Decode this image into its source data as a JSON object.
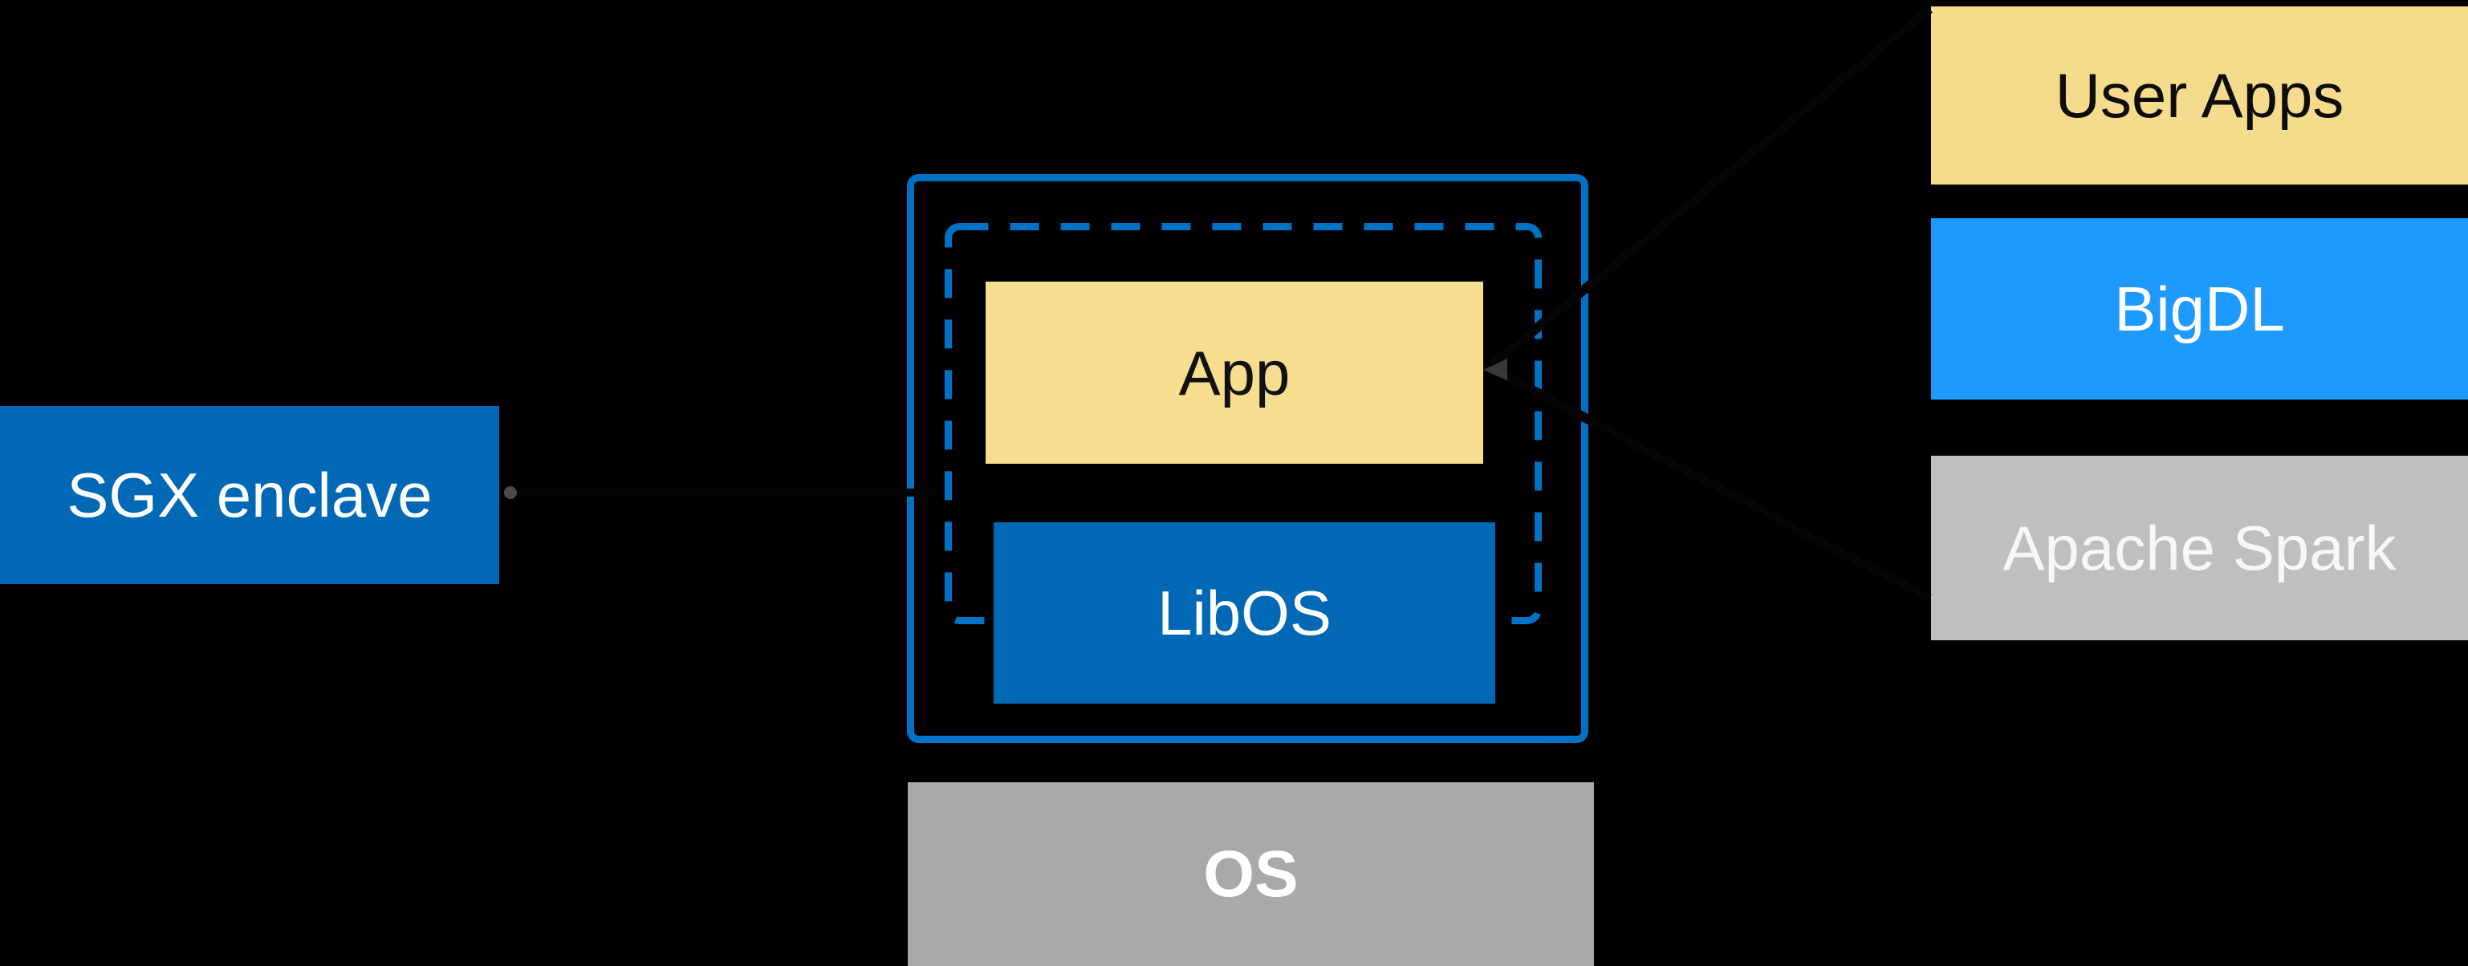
{
  "diagram": {
    "title_hint": "SGX enclave architecture with BigDL stack",
    "background_color": "#000000",
    "left_panel": {
      "sgx_label": "SGX enclave",
      "fill": "#0068B5",
      "text_color": "#ffffff"
    },
    "enclave": {
      "outer_border_color": "#0072C6",
      "dashed_border_color": "#0072C6",
      "app_label": "App",
      "app_fill": "#F7DD8F",
      "libos_label": "LibOS",
      "libos_fill": "#0068B5",
      "os_label": "OS",
      "os_fill": "#A9A9A9"
    },
    "right_stack": [
      {
        "label": "User Apps",
        "fill": "#F5DC8C",
        "text_color": "#0d0d0d"
      },
      {
        "label": "BigDL",
        "fill": "#1E9AFF",
        "text_color": "#ffffff"
      },
      {
        "label": "Apache Spark",
        "fill": "#BFBFBF",
        "text_color": "#F7F7F7"
      }
    ],
    "connectors": [
      {
        "name": "sgx-to-enclave-arrow",
        "from": "SGX enclave box",
        "to": "dashed enclave boundary",
        "color": "#050505"
      },
      {
        "name": "stack-top-to-app-line",
        "from": "User Apps top-left corner",
        "to": "App box right edge",
        "color": "#050505"
      },
      {
        "name": "stack-bottom-to-app-line",
        "from": "Apache Spark bottom-left corner",
        "to": "App box right edge",
        "color": "#050505"
      }
    ]
  }
}
